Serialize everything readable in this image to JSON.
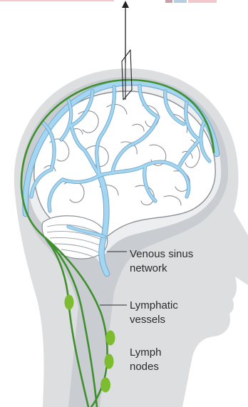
{
  "labels": {
    "venous": [
      "Venous sinus",
      "network"
    ],
    "lymphatic": [
      "Lymphatic",
      "vessels"
    ],
    "nodes": [
      "Lymph",
      "nodes"
    ]
  },
  "colors": {
    "skin": "#dcdee0",
    "inner_head": "#c9cdd2",
    "brain_fill": "#ffffff",
    "brain_outline": "#8b9096",
    "vein": "#a5d6f1",
    "vein_outline": "#6fa8cc",
    "lymph": "#3f8f2d",
    "node": "#7dbb2f",
    "arrow": "#222222",
    "top_strip_pink": "#f3c8cd",
    "top_strip_blue": "#b7cde0"
  }
}
